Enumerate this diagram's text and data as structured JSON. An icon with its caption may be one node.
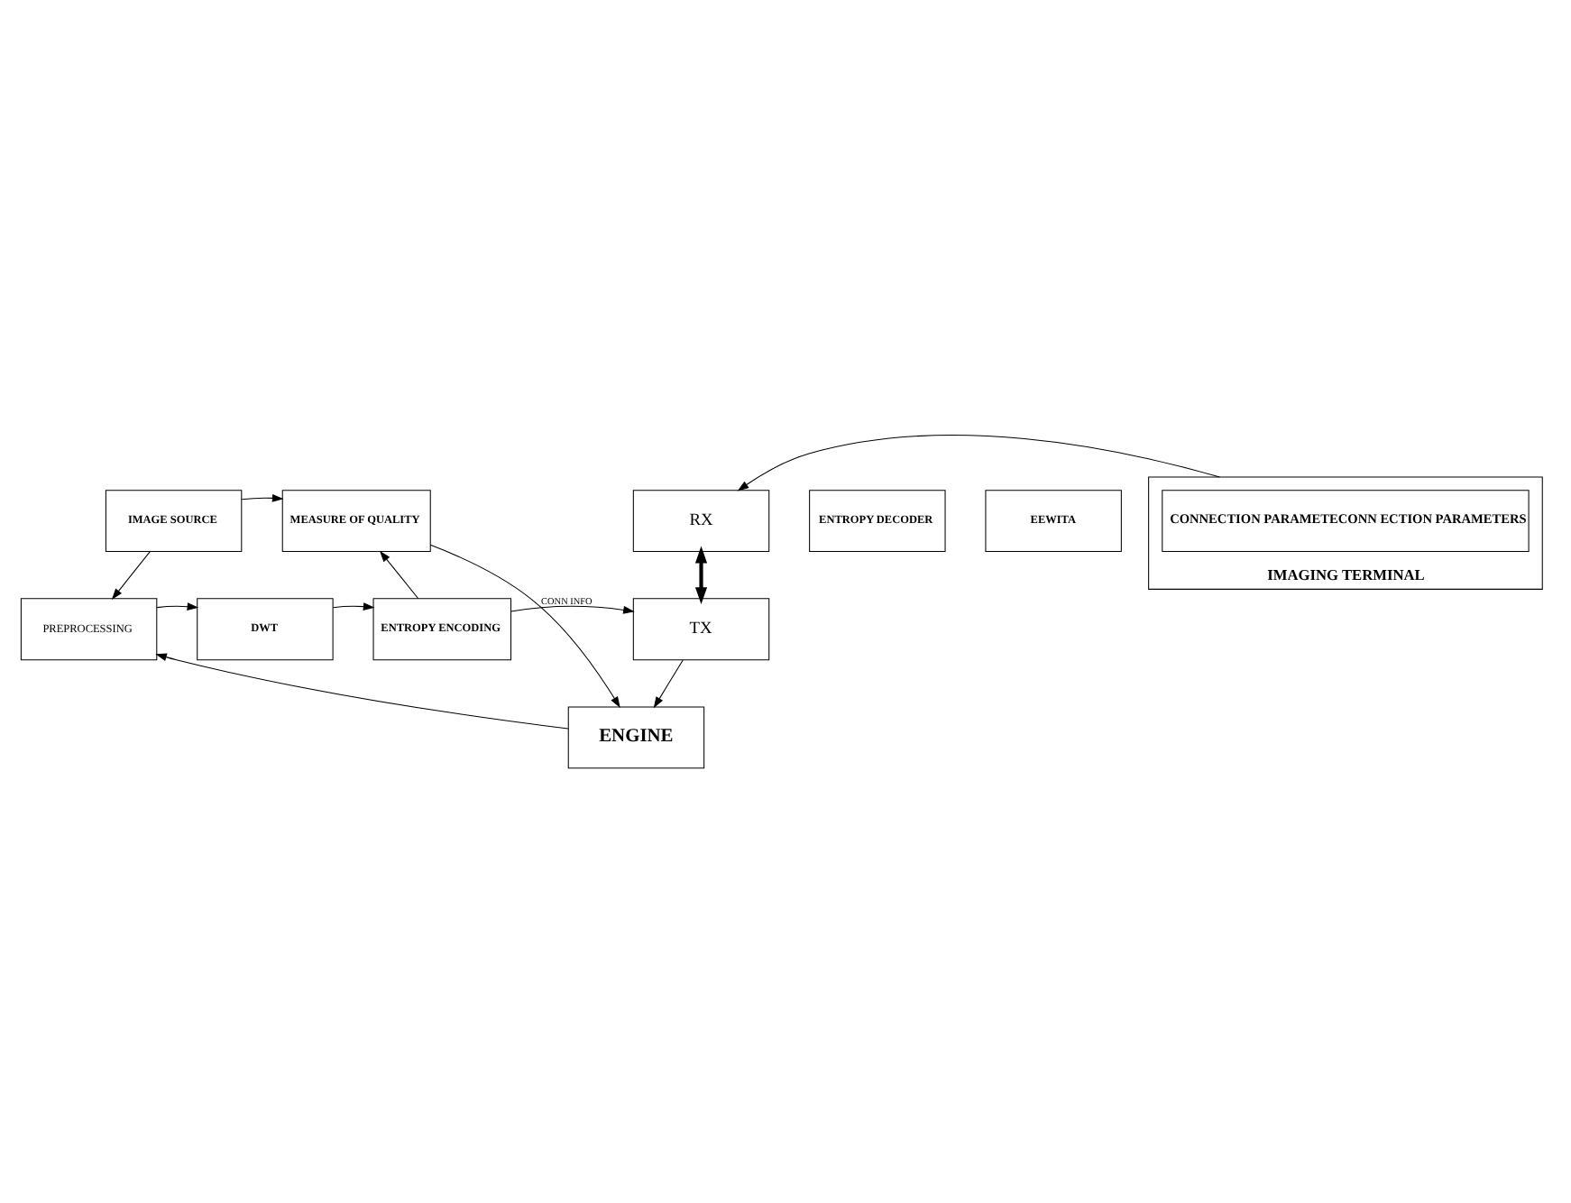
{
  "diagram": {
    "nodes": [
      {
        "text": [
          "IMAGE SOURCE"
        ]
      },
      {
        "text": [
          "MEASURE OF QUALITY"
        ]
      },
      {
        "text": [
          "PREPROCESSING"
        ]
      },
      {
        "text": [
          "DWT"
        ]
      },
      {
        "text": [
          "ENTROPY ENCODING"
        ]
      },
      {
        "text": [
          "TX"
        ]
      },
      {
        "text": [
          "ENGINE"
        ]
      },
      {
        "text": [
          "RX"
        ]
      },
      {
        "text": [
          "ENTROPY DECODER"
        ]
      },
      {
        "text": [
          "EEWITA"
        ]
      },
      {
        "text": [
          "IMAGING TERMINAL"
        ]
      },
      {
        "text": [
          "CONNECTION PARAMETECONN ECTION PARAMETERS"
        ],
        "in": 10
      }
    ],
    "edges": [
      {
        "from": 0,
        "to": 1,
        "arrow": "to"
      },
      {
        "from": 0,
        "to": 2,
        "arrow": "to"
      },
      {
        "from": 2,
        "to": 3,
        "arrow": "to"
      },
      {
        "from": 3,
        "to": 4,
        "arrow": "to"
      },
      {
        "from": 4,
        "to": 5,
        "arrow": "to"
      },
      {
        "from": 4,
        "to": 1,
        "arrow": "to"
      },
      {
        "from": 1,
        "to": 6,
        "arrow": "to",
        "label": "CONN INFO"
      },
      {
        "from": 5,
        "to": 6,
        "arrow": "to"
      },
      {
        "from": 6,
        "to": 2,
        "arrow": "to"
      },
      {
        "from": 7,
        "to": 5,
        "arrow": "both",
        "style": "thick"
      },
      {
        "from": 10,
        "to": 7,
        "arrow": "to"
      }
    ]
  }
}
